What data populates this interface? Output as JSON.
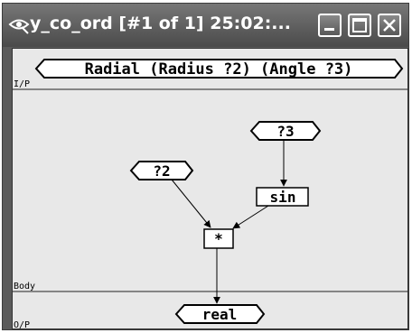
{
  "window": {
    "title": "y_co_ord [#1 of 1]  25:02:...",
    "title_icon": "eye-arrow-icon",
    "controls": [
      "minimize-icon",
      "maximize-icon",
      "close-icon"
    ]
  },
  "sections": {
    "input": "I/P",
    "body": "Body",
    "output": "O/P"
  },
  "input_pattern": "Radial (Radius ?2) (Angle ?3)",
  "nodes": {
    "var_angle": "?3",
    "var_radius": "?2",
    "sin": "sin",
    "multiply": "*",
    "output": "real"
  }
}
